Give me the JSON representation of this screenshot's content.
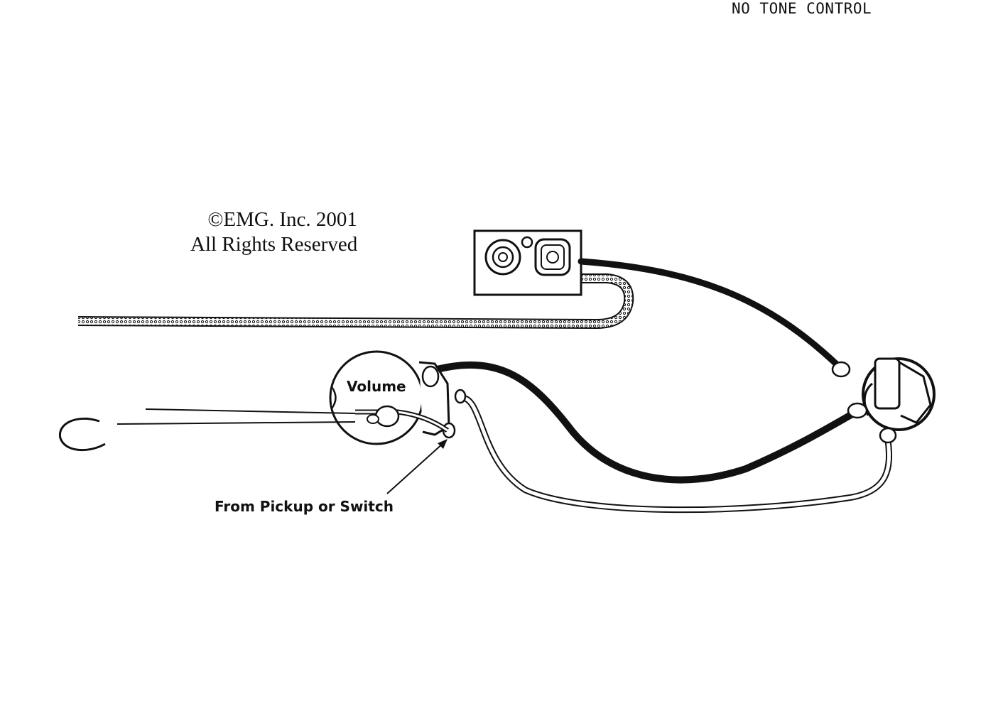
{
  "header": {
    "label": "NO TONE CONTROL"
  },
  "copyright": {
    "line1": "©EMG. Inc. 2001",
    "line2": "All Rights Reserved"
  },
  "components": {
    "volume_label": "Volume",
    "pickup_label": "From Pickup or Switch"
  },
  "colors": {
    "ink": "#111111",
    "paper": "#ffffff"
  }
}
